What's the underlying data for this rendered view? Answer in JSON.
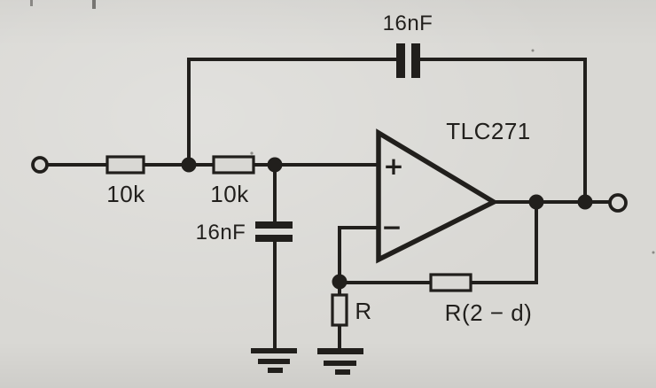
{
  "colors": {
    "paper": "#d9d8d4",
    "ink": "#211f1c"
  },
  "circuit": {
    "type": "sallen-key-low-pass-filter-schematic",
    "opamp": {
      "part": "TLC271",
      "noninverting_input": "+",
      "inverting_input": "−"
    },
    "resistors": {
      "input1": "10k",
      "input2": "10k",
      "ground": "R",
      "feedback": "R(2 − d)"
    },
    "capacitors": {
      "feedback": "16nF",
      "shunt": "16nF"
    }
  }
}
